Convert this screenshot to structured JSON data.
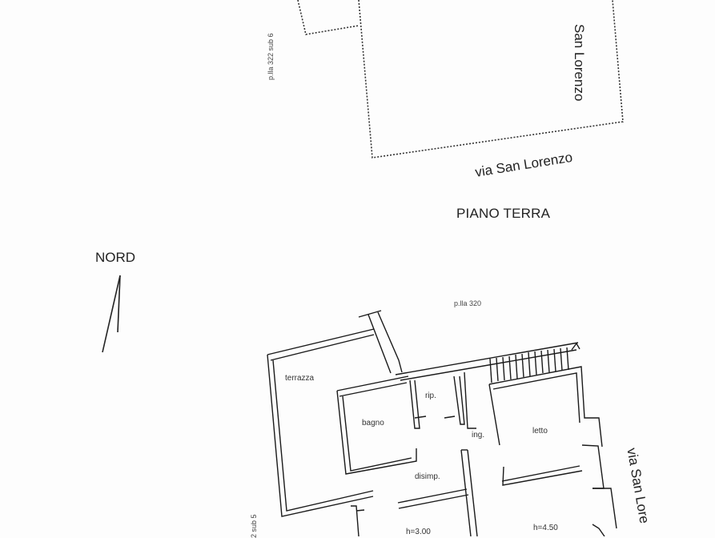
{
  "plan": {
    "title": "PIANO TERRA",
    "north_label": "NORD",
    "streets": {
      "bottom_upper": "via San Lorenzo",
      "right_upper": "San Lorenzo",
      "right_lower": "via San Lore"
    },
    "parcels": {
      "upper_left": "p.lla 322 sub 6",
      "center": "p.lla 320",
      "lower_left": "2 sub 5"
    },
    "rooms": [
      {
        "name": "terrazza"
      },
      {
        "name": "rip."
      },
      {
        "name": "bagno"
      },
      {
        "name": "ing."
      },
      {
        "name": "letto"
      },
      {
        "name": "disimp."
      }
    ],
    "heights": {
      "left": "h=3.00",
      "right": "h=4.50"
    },
    "colors": {
      "background": "#fdfdfd",
      "lines": "#1a1a1a"
    }
  }
}
